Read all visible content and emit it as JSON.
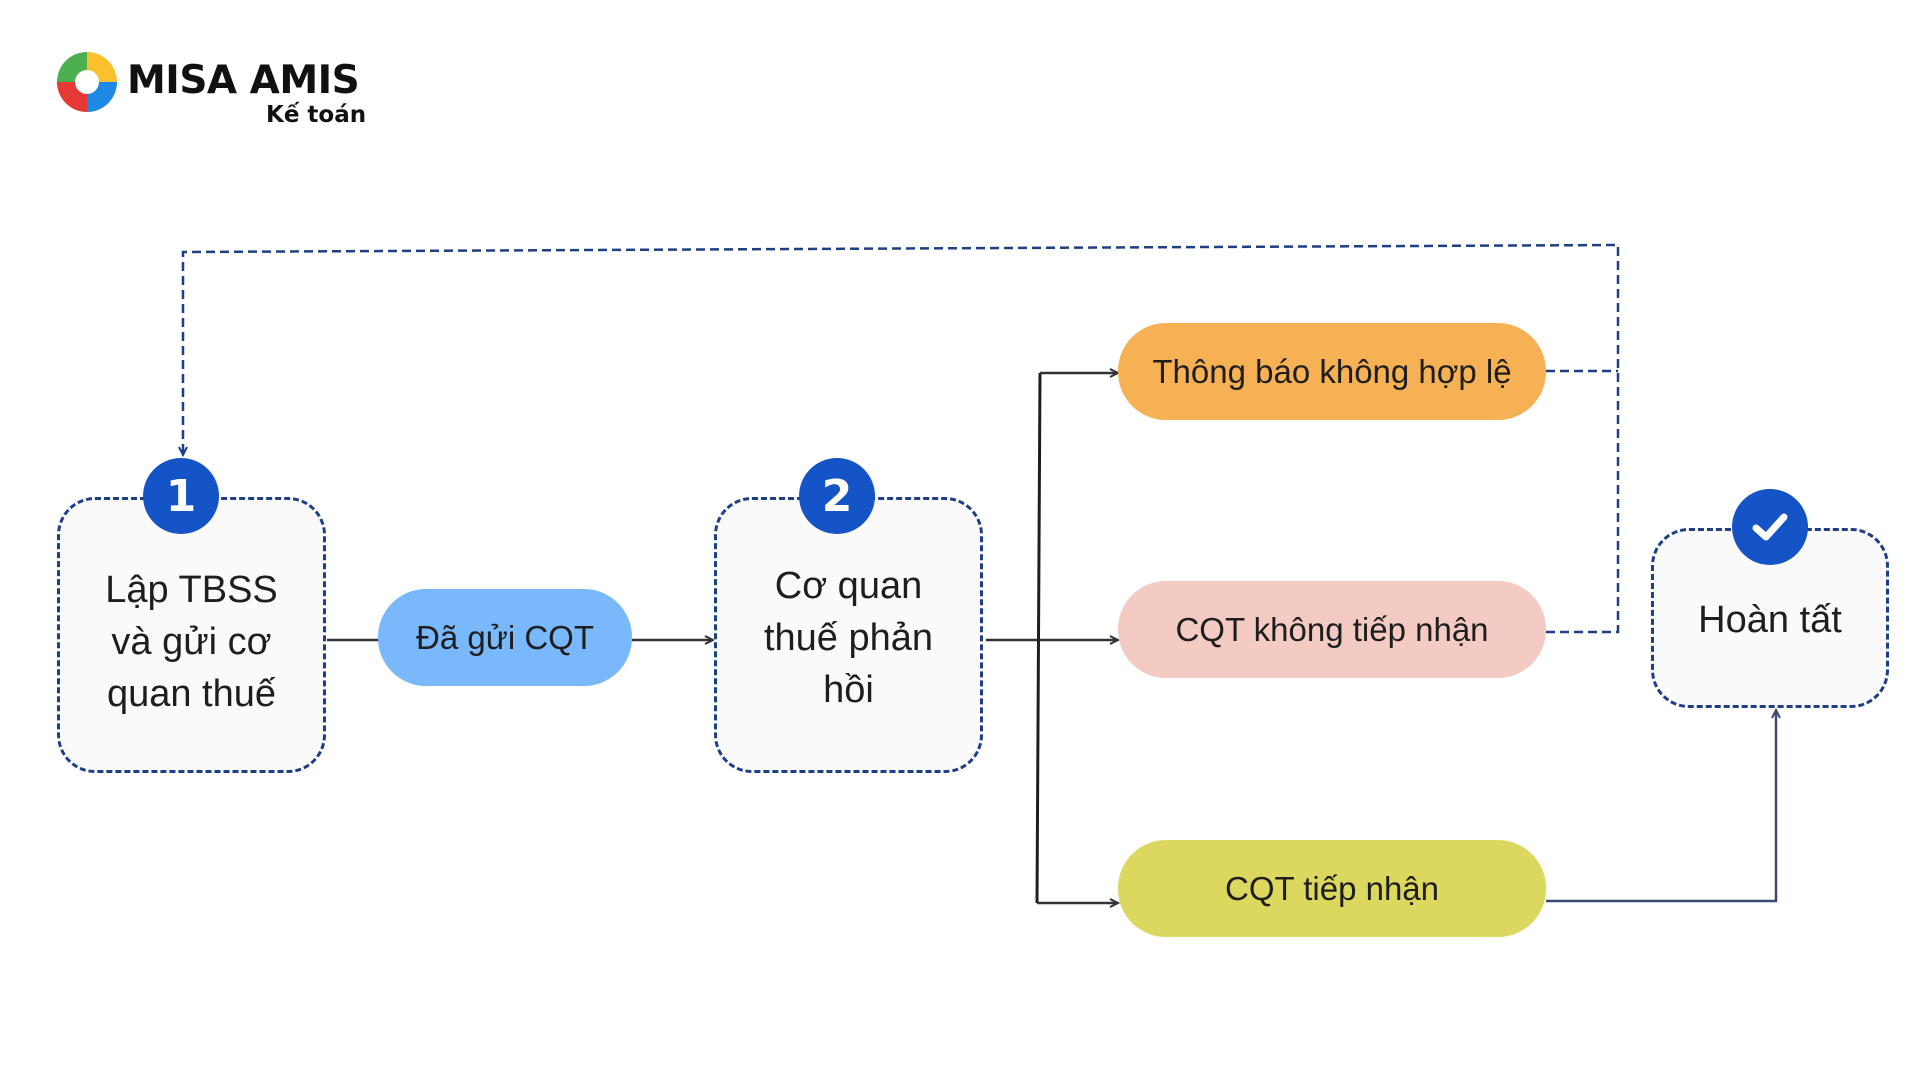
{
  "logo": {
    "brand": "MISA AMIS",
    "product": "Kế toán",
    "colors": [
      "#4caf50",
      "#fbc02d",
      "#e53935",
      "#1e88e5"
    ]
  },
  "steps": [
    {
      "number": "1",
      "label": "Lập TBSS\nvà gửi cơ\nquan thuế"
    },
    {
      "number": "2",
      "label": "Cơ quan\nthuế phản\nhồi"
    }
  ],
  "sent_status": {
    "label": "Đã gửi CQT",
    "color": "#79b8fa"
  },
  "responses": [
    {
      "label": "Thông báo không hợp lệ",
      "color": "#f7b155"
    },
    {
      "label": "CQT không tiếp nhận",
      "color": "#f3cbc2"
    },
    {
      "label": "CQT tiếp nhận",
      "color": "#dcd75f"
    }
  ],
  "final": {
    "label": "Hoàn tất",
    "icon": "checkmark-icon"
  },
  "colors": {
    "badge": "#1554c6",
    "dashed_border": "#1f3f85",
    "connector": "#333333",
    "done_connector": "#3d4a6e"
  }
}
